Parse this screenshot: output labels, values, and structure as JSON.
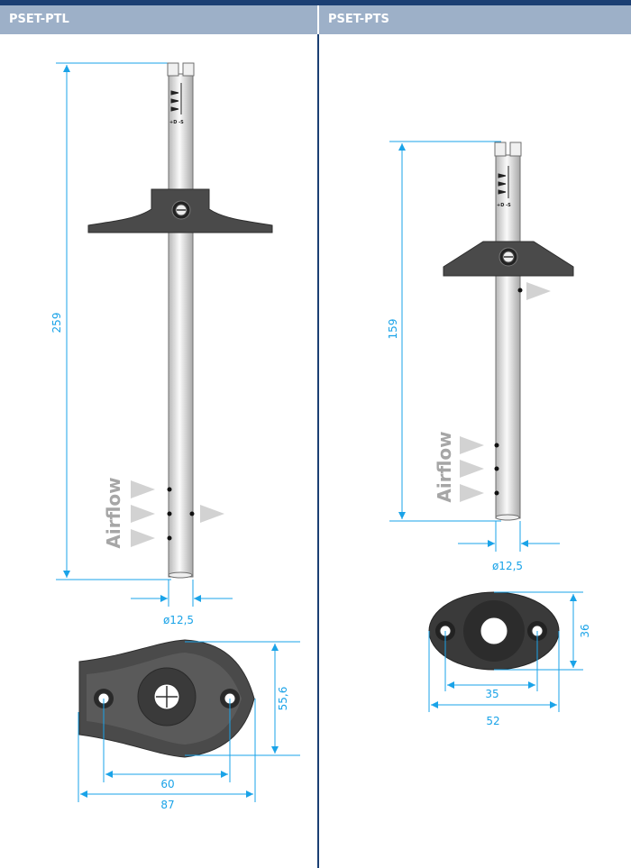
{
  "headers": {
    "left": "PSET-PTL",
    "right": "PSET-PTS"
  },
  "ptl": {
    "height_dim": "259",
    "diameter_dim": "ø12,5",
    "base_height_dim": "55,6",
    "hole_spacing_dim": "60",
    "base_width_dim": "87",
    "airflow_label": "Airflow",
    "probe_marks": "+D  -S"
  },
  "pts": {
    "height_dim": "159",
    "diameter_dim": "ø12,5",
    "base_height_dim": "36",
    "hole_spacing_dim": "35",
    "base_width_dim": "52",
    "airflow_label": "Airflow",
    "probe_marks": "+D  -S"
  },
  "colors": {
    "dimension": "#1aa3e8",
    "header_bg": "#9db0c8",
    "divider": "#1b3f73",
    "mount": "#4a4a4a",
    "airflow_arrows": "#d2d2d2"
  }
}
